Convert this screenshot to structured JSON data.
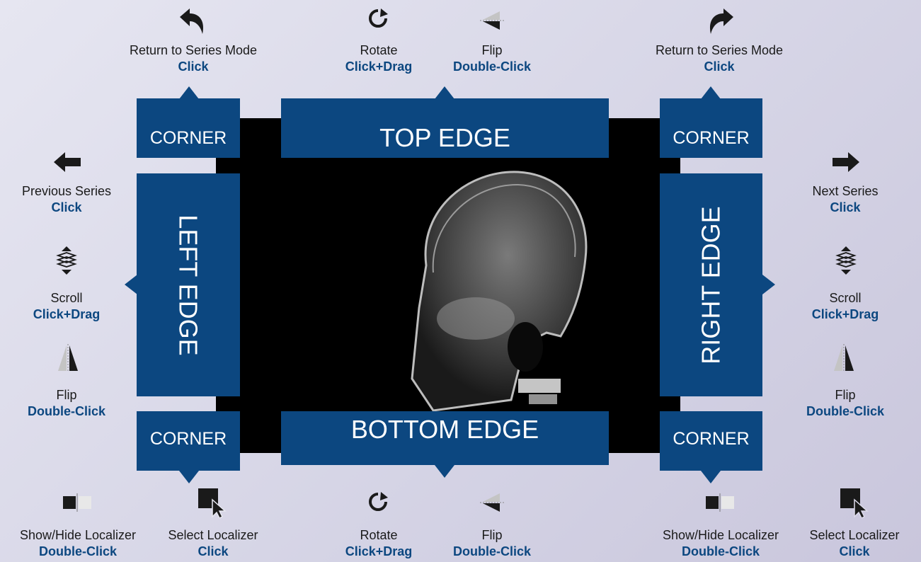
{
  "panels": {
    "top_edge": "TOP EDGE",
    "bottom_edge": "BOTTOM EDGE",
    "left_edge": "LEFT EDGE",
    "right_edge": "RIGHT EDGE",
    "corner_tl": "CORNER",
    "corner_tr": "CORNER",
    "corner_bl": "CORNER",
    "corner_br": "CORNER"
  },
  "captions": {
    "tl_return": {
      "label": "Return to Series Mode",
      "action": "Click"
    },
    "top_rotate": {
      "label": "Rotate",
      "action": "Click+Drag"
    },
    "top_flip": {
      "label": "Flip",
      "action": "Double-Click"
    },
    "tr_return": {
      "label": "Return to Series Mode",
      "action": "Click"
    },
    "left_prev": {
      "label": "Previous Series",
      "action": "Click"
    },
    "left_scroll": {
      "label": "Scroll",
      "action": "Click+Drag"
    },
    "left_flip": {
      "label": "Flip",
      "action": "Double-Click"
    },
    "right_next": {
      "label": "Next Series",
      "action": "Click"
    },
    "right_scroll": {
      "label": "Scroll",
      "action": "Click+Drag"
    },
    "right_flip": {
      "label": "Flip",
      "action": "Double-Click"
    },
    "bl_showhide": {
      "label": "Show/Hide Localizer",
      "action": "Double-Click"
    },
    "bl_select": {
      "label": "Select Localizer",
      "action": "Click"
    },
    "bottom_rotate": {
      "label": "Rotate",
      "action": "Click+Drag"
    },
    "bottom_flip": {
      "label": "Flip",
      "action": "Double-Click"
    },
    "br_showhide": {
      "label": "Show/Hide Localizer",
      "action": "Double-Click"
    },
    "br_select": {
      "label": "Select Localizer",
      "action": "Click"
    }
  },
  "icons": {
    "return_left": "curved-arrow-left-icon",
    "return_right": "curved-arrow-right-icon",
    "rotate": "rotate-icon",
    "flip_vertical": "flip-vertical-icon",
    "flip_horizontal": "flip-horizontal-icon",
    "previous": "arrow-left-icon",
    "next": "arrow-right-icon",
    "scroll": "scroll-stack-icon",
    "show_hide_localizer": "localizer-toggle-icon",
    "select_localizer": "select-localizer-icon"
  },
  "colors": {
    "panel": "#0c4780",
    "action_text": "#0c4780",
    "viewer": "#000000"
  }
}
